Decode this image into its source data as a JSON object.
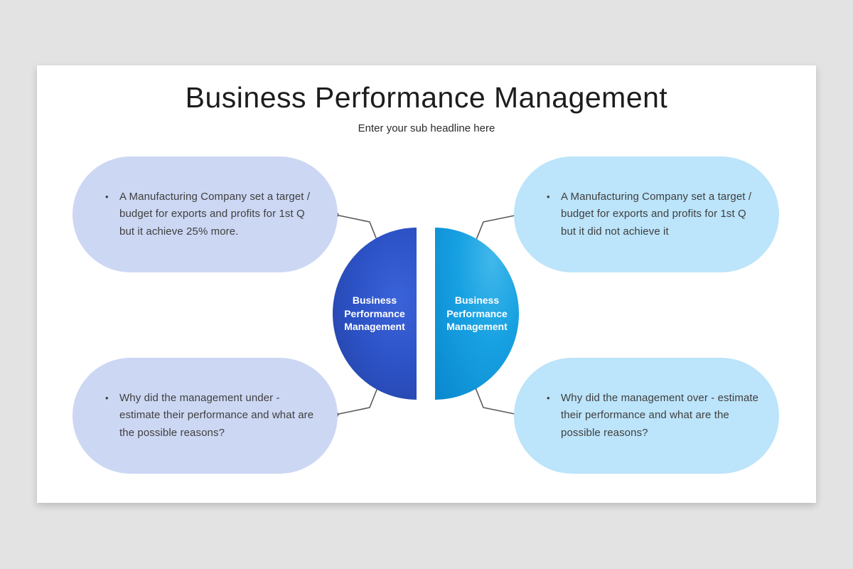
{
  "header": {
    "title": "Business Performance Management",
    "subtitle": "Enter your sub headline here"
  },
  "bullet": "•",
  "center": {
    "left_label": "Business Performance Management",
    "right_label": "Business Performance Management"
  },
  "bubbles": [
    {
      "id": "top-left",
      "text": "A Manufacturing Company set a target / budget for exports and profits for 1st Q but it achieve 25% more."
    },
    {
      "id": "top-right",
      "text": "A Manufacturing Company set a target / budget for exports and profits for 1st Q but it did not achieve it"
    },
    {
      "id": "bottom-left",
      "text": "Why did the management under - estimate their performance and what are the possible reasons?"
    },
    {
      "id": "bottom-right",
      "text": "Why did the management over - estimate their performance and what are the possible reasons?"
    }
  ],
  "colors": {
    "canvas_bg": "#e4e3e3",
    "slide_bg": "#ffffff",
    "title_text": "#1d1d1d",
    "subtitle_text": "#2b2b2b",
    "bubble_left_bg": "#ccd7f3",
    "bubble_right_bg": "#bce4fa",
    "bubble_text": "#3f3f3f",
    "half_left_start": "#3b63d9",
    "half_left_mid": "#2c52c6",
    "half_left_end": "#24409f",
    "half_right_start": "#41b8ea",
    "half_right_mid": "#17a1e2",
    "half_right_end": "#0a87ce",
    "half_label_text": "#ffffff",
    "connector_line": "#595959",
    "connector_dot": "#4d4d4d"
  }
}
